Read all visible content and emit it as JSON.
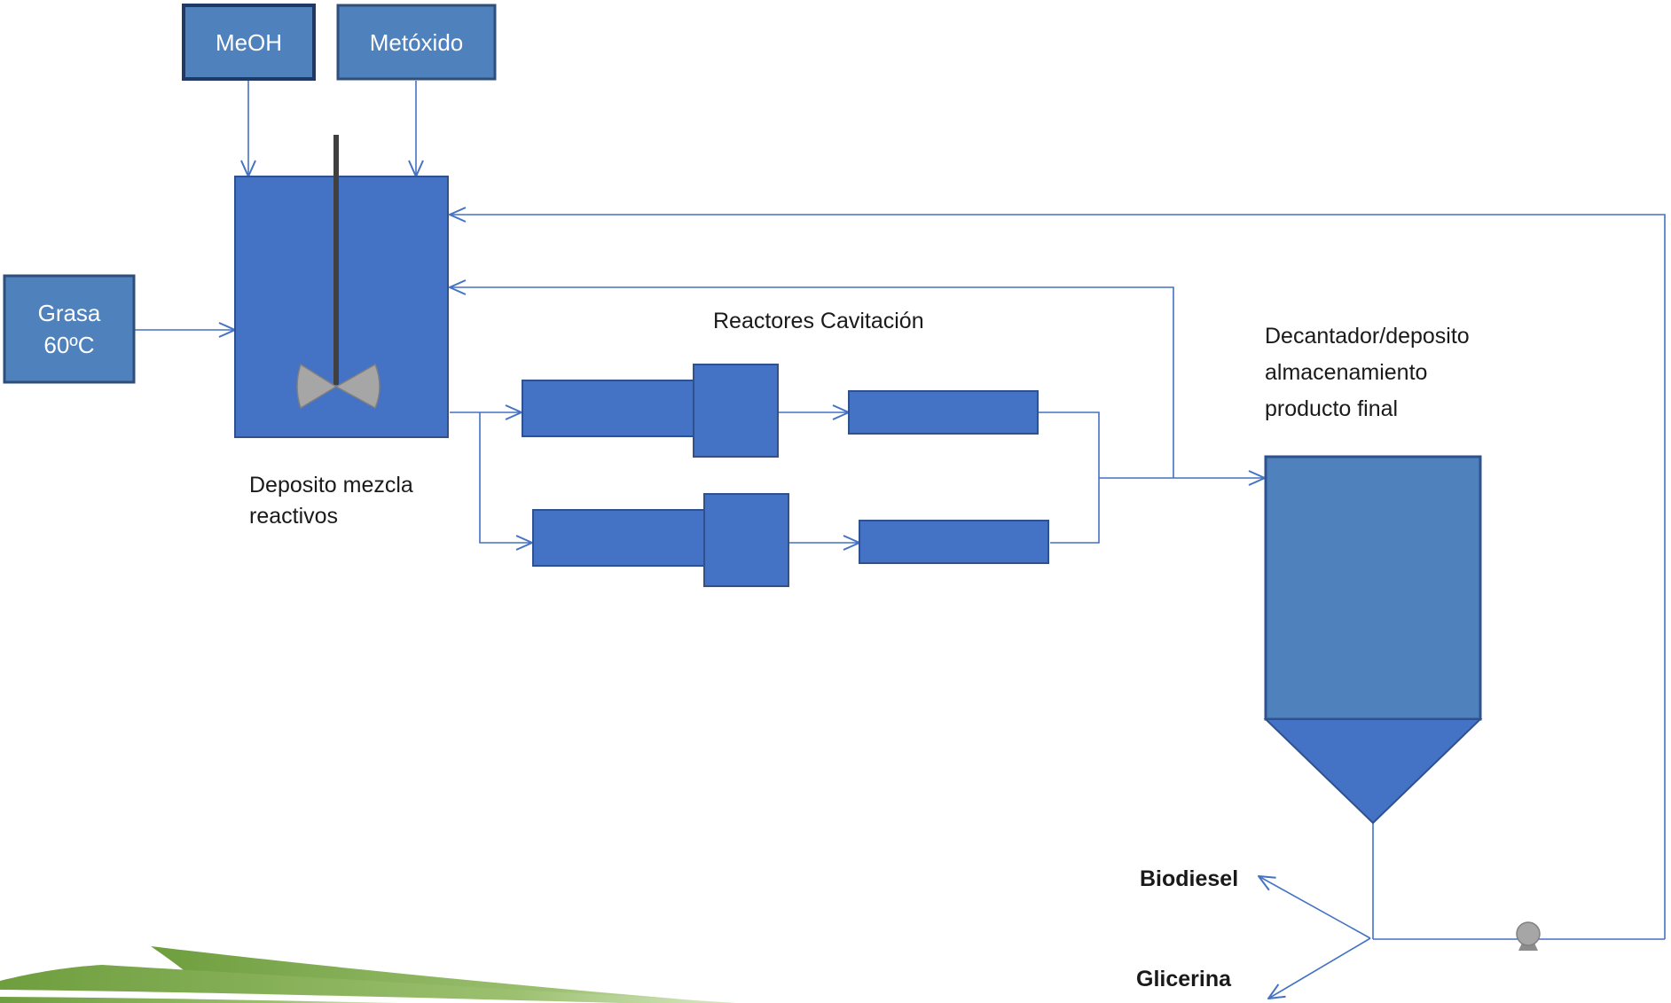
{
  "inputs": {
    "meoh": "MeOH",
    "metoxido": "Metóxido",
    "grasa": "Grasa\n60ºC"
  },
  "labels": {
    "mix_tank": "Deposito mezcla\nreactivos",
    "reactors": "Reactores Cavitación",
    "decanter": "Decantador/deposito\nalmacenamiento\nproducto final",
    "biodiesel": "Biodiesel",
    "glicerina": "Glicerina"
  },
  "colors": {
    "equipment": "#4472C4",
    "input_box": "#4F81BD",
    "input_border": "#2F4F7A",
    "meoh_border": "#1F3864",
    "line": "#4472C4",
    "stirrer_shaft": "#404040",
    "impeller": "#A6A6A6",
    "pump": "#A6A6A6",
    "swoosh_green": "#70A040"
  }
}
